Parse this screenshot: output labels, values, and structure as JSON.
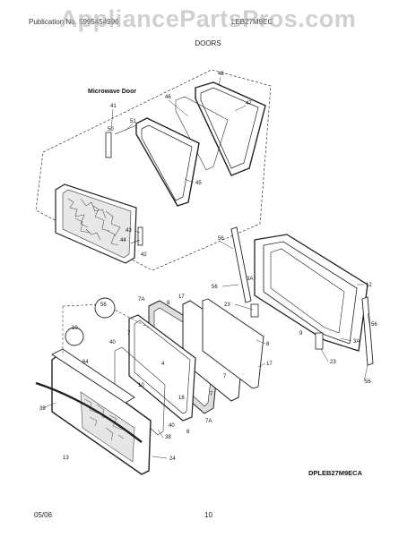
{
  "watermark": "AppliancePartsPros.com",
  "header": {
    "left": "Publication No. 5995454996",
    "right": "LEB27M9EC",
    "subtitle": "DOORS"
  },
  "diagram": {
    "section_label": "Microwave Door",
    "code": "DPLEB27M9ECA",
    "callouts": {
      "c48": "48",
      "c41": "41",
      "c46": "46",
      "c47": "47",
      "c51": "51",
      "c50": "50",
      "c45": "45",
      "c43": "43",
      "c44": "44",
      "c42": "42",
      "c56a": "56",
      "c56b": "56",
      "c56c": "56",
      "c56d": "56",
      "c56e": "56",
      "c3Aa": "3A",
      "c3Ab": "3A",
      "c12": "12",
      "c9": "9",
      "c23a": "23",
      "c23b": "23",
      "c7Aa": "7A",
      "c7Ab": "7A",
      "c8a": "8",
      "c8b": "8",
      "c17a": "17",
      "c17b": "17",
      "c7a": "7",
      "c7b": "7",
      "c7c": "7",
      "c6": "6",
      "c10a": "10",
      "c10b": "10",
      "c64": "64",
      "c40a": "40",
      "c40b": "40",
      "c38": "38",
      "c13": "13",
      "c24": "24",
      "c39": "39",
      "c4": "4",
      "c18": "18"
    }
  },
  "footer": {
    "date": "05/06",
    "page": "10"
  }
}
